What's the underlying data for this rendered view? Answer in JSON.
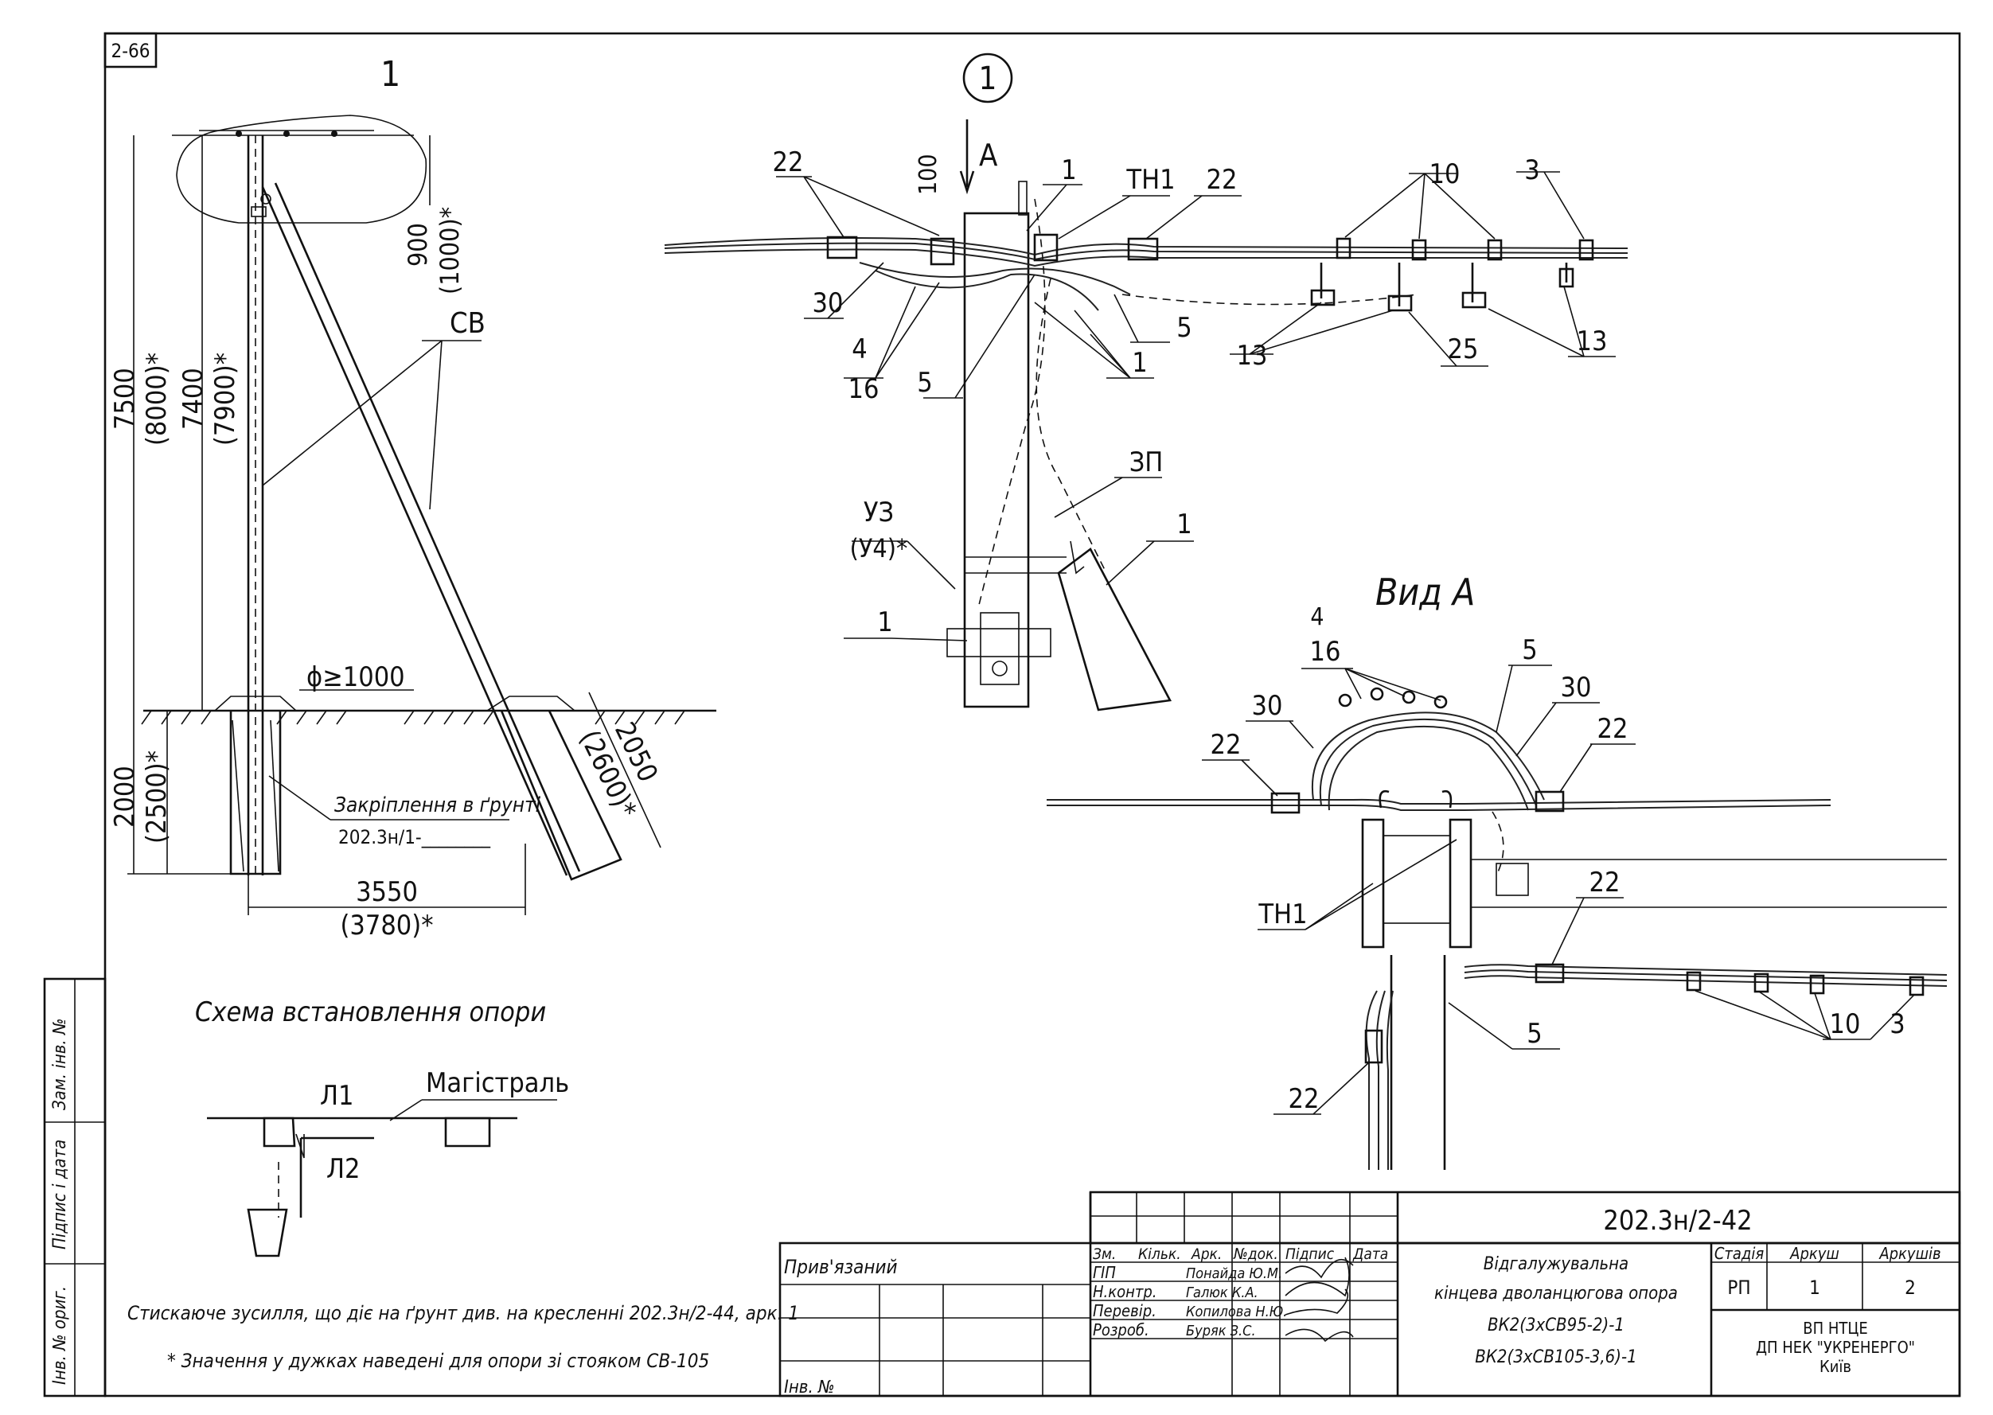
{
  "sheet_code": "2-66",
  "left_view": {
    "callout": "1",
    "dims": {
      "d900": "900",
      "d1000": "(1000)*",
      "d7500": "7500",
      "d8000": "(8000)*",
      "d7400": "7400",
      "d7900": "(7900)*",
      "d2000": "2000",
      "d2500": "(2500)*",
      "d3550": "3550",
      "d3780": "(3780)*",
      "d2050": "2050",
      "d2600": "(2600)*",
      "diam": "ϕ≥1000"
    },
    "label_sv": "СВ",
    "anchor_label": "Закріплення в ґрунті",
    "anchor_ref": "202.3н/1-________"
  },
  "scheme": {
    "title": "Схема встановлення опори",
    "label_l1": "Л1",
    "label_l2": "Л2",
    "label_main": "Магістраль"
  },
  "detail1": {
    "callout": "1",
    "arrow_label": "А",
    "dim100": "100",
    "labels": {
      "p22a": "22",
      "p1a": "1",
      "tn1": "ТН1",
      "p22b": "22",
      "p10": "10",
      "p3": "3",
      "p30": "30",
      "p4": "4",
      "p16": "16",
      "p5a": "5",
      "p5b": "5",
      "p1b": "1",
      "p13a": "13",
      "p25": "25",
      "p13b": "13",
      "zp": "ЗП",
      "uz": "УЗ",
      "u4": "(У4)*",
      "p1c": "1",
      "p1d": "1"
    }
  },
  "view_a": {
    "title": "Вид А",
    "labels": {
      "p4": "4",
      "p16": "16",
      "p5a": "5",
      "p30a": "30",
      "p30b": "30",
      "p22a": "22",
      "p22b": "22",
      "tn1": "ТН1",
      "p22c": "22",
      "p5b": "5",
      "p10": "10",
      "p3": "3",
      "p22d": "22"
    }
  },
  "side_stamp": {
    "cells": [
      "Інв. № ориг.",
      "Підпис і дата",
      "Зам. інв. №"
    ]
  },
  "notes": {
    "n1": "Стискаюче зусилля, що діє на ґрунт див. на кресленні 202.3н/2-44, арк. 1",
    "n2": "* Значення у дужках наведені для опори зі стояком СВ-105"
  },
  "title_block": {
    "privyazanyi": "Прив'язаний",
    "inv_no": "Інв. №",
    "designation": "202.3н/2-42",
    "headers": [
      "Зм.",
      "Кільк.",
      "Арк.",
      "№док.",
      "Підпис",
      "Дата"
    ],
    "roles": [
      {
        "role": "ГІП",
        "name": "Понайда Ю.М."
      },
      {
        "role": "Н.контр.",
        "name": "Галюк К.А."
      },
      {
        "role": "Перевір.",
        "name": "Копилова Н.Ю."
      },
      {
        "role": "Розроб.",
        "name": "Буряк З.С."
      }
    ],
    "doc_title": [
      "Відгалужувальна",
      "кінцева дволанцюгова опора",
      "ВК2(3хСВ95-2)-1",
      "ВК2(3хСВ105-3,6)-1"
    ],
    "stage_header": "Стадія",
    "sheet_header": "Аркуш",
    "sheets_header": "Аркушів",
    "stage": "РП",
    "sheet": "1",
    "sheets": "2",
    "org": [
      "ВП НТЦЕ",
      "ДП НЕК \"УКРЕНЕРГО\"",
      "Київ"
    ]
  }
}
